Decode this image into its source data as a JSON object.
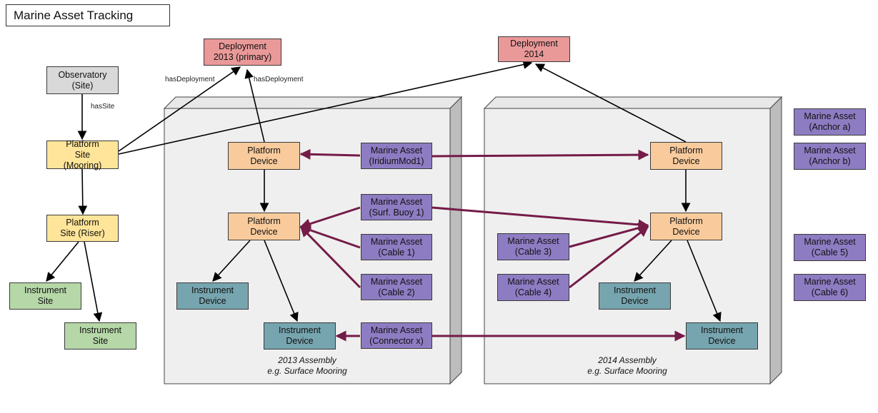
{
  "title": "Marine Asset Tracking",
  "colors": {
    "deployment": "#ea9999",
    "observatory": "#d9d9d9",
    "site_yellow": "#ffe599",
    "instrument_site": "#b6d7a8",
    "platform_device": "#f9cb9c",
    "instrument_device": "#76a5af",
    "marine_asset": "#8e7cc3",
    "maroon_arrow": "#741b47"
  },
  "nodes": {
    "deployment_2013": "Deployment\n2013 (primary)",
    "deployment_2014": "Deployment\n2014",
    "observatory": "Observatory\n(Site)",
    "platform_site_mooring": "Platform\nSite\n(Mooring)",
    "platform_site_riser": "Platform\nSite (Riser)",
    "instrument_site_1": "Instrument\nSite",
    "instrument_site_2": "Instrument\nSite",
    "a13_platform_device_top": "Platform\nDevice",
    "a13_platform_device_mid": "Platform\nDevice",
    "a13_instrument_device_left": "Instrument\nDevice",
    "a13_instrument_device_bottom": "Instrument\nDevice",
    "asset_iridium": "Marine Asset\n(IridiumMod1)",
    "asset_surf_buoy": "Marine Asset\n(Surf. Buoy 1)",
    "asset_cable1": "Marine Asset\n(Cable 1)",
    "asset_cable2": "Marine Asset\n(Cable 2)",
    "asset_connector": "Marine Asset\n(Connector x)",
    "asset_cable3": "Marine Asset\n(Cable 3)",
    "asset_cable4": "Marine Asset\n(Cable 4)",
    "a14_platform_device_top": "Platform\nDevice",
    "a14_platform_device_mid": "Platform\nDevice",
    "a14_instrument_device_left": "Instrument\nDevice",
    "a14_instrument_device_right": "Instrument\nDevice",
    "asset_anchor_a": "Marine Asset\n(Anchor a)",
    "asset_anchor_b": "Marine Asset\n(Anchor b)",
    "asset_cable5": "Marine Asset\n(Cable 5)",
    "asset_cable6": "Marine Asset\n(Cable 6)"
  },
  "edge_labels": {
    "has_site": "hasSite",
    "has_deployment_left": "hasDeployment",
    "has_deployment_right": "hasDeployment"
  },
  "assemblies": {
    "a2013": "2013 Assembly\ne.g. Surface Mooring",
    "a2014": "2014 Assembly\ne.g. Surface Mooring"
  }
}
